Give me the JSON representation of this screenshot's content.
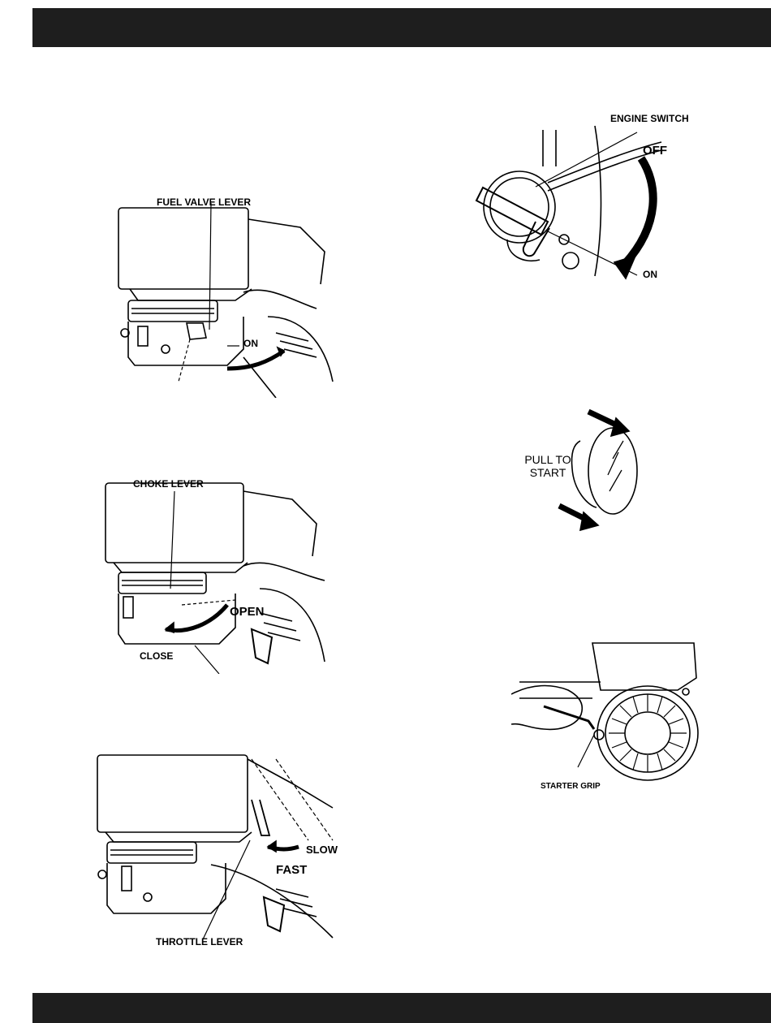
{
  "figures": {
    "fuel_valve": {
      "callout": "FUEL VALVE LEVER",
      "on": "ON"
    },
    "choke": {
      "callout": "CHOKE LEVER",
      "open": "OPEN",
      "close": "CLOSE"
    },
    "throttle": {
      "callout": "THROTTLE LEVER",
      "slow": "SLOW",
      "fast": "FAST"
    },
    "engine_switch": {
      "callout": "ENGINE SWITCH",
      "off": "OFF",
      "on": "ON"
    },
    "pull_start": {
      "line1": "PULL TO",
      "line2": "START"
    },
    "starter": {
      "callout": "STARTER GRIP"
    }
  }
}
